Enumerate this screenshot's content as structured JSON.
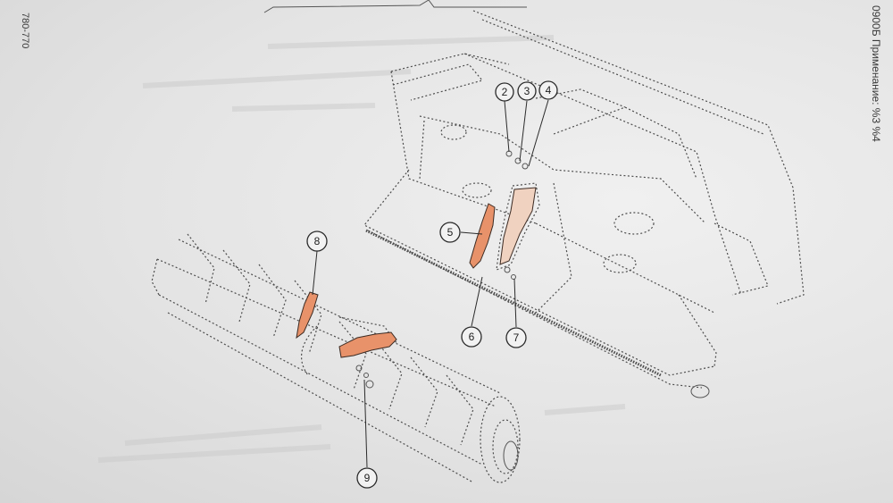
{
  "side_texts": {
    "left_edge": "780-770",
    "right_edge": "0900Б  Применание: %3 %4"
  },
  "callouts": [
    "2",
    "3",
    "4",
    "5",
    "6",
    "7",
    "8",
    "9"
  ],
  "colors": {
    "highlight_part": "#e8926a",
    "line_art": "#4d4d4d",
    "paper": "#e6e6e6"
  }
}
